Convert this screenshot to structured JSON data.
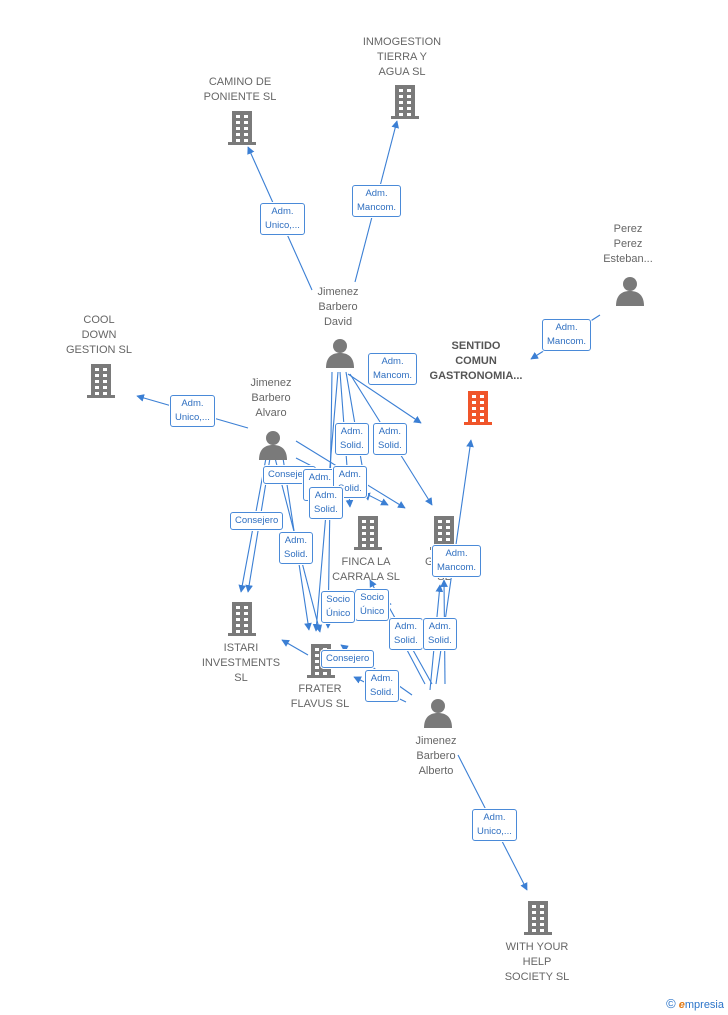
{
  "nodes": [
    {
      "id": "camino",
      "type": "company",
      "label": "CAMINO DE\nPONIENTE  SL",
      "color": "#7a7a7a"
    },
    {
      "id": "inmo",
      "type": "company",
      "label": "INMOGESTION\nTIERRA Y\nAGUA  SL",
      "color": "#7a7a7a"
    },
    {
      "id": "perez",
      "type": "person",
      "label": "Perez\nPerez\nEsteban...",
      "color": "#7a7a7a"
    },
    {
      "id": "cool",
      "type": "company",
      "label": "COOL\nDOWN\nGESTION  SL",
      "color": "#7a7a7a"
    },
    {
      "id": "jdavid",
      "type": "person",
      "label": "Jimenez\nBarbero\nDavid",
      "color": "#7a7a7a"
    },
    {
      "id": "sentido",
      "type": "company",
      "label": "SENTIDO\nCOMUN\nGASTRONOMIA...",
      "color": "#f0552a",
      "highlight": true
    },
    {
      "id": "jalvaro",
      "type": "person",
      "label": "Jimenez\nBarbero\nAlvaro",
      "color": "#7a7a7a"
    },
    {
      "id": "finca",
      "type": "company",
      "label": "FINCA LA\nCARRALA  SL",
      "color": "#7a7a7a"
    },
    {
      "id": "gest",
      "type": "company",
      "label": "GEST...\nSL",
      "color": "#7a7a7a"
    },
    {
      "id": "istari",
      "type": "company",
      "label": "ISTARI\nINVESTMENTS\nSL",
      "color": "#7a7a7a"
    },
    {
      "id": "frater",
      "type": "company",
      "label": "FRATER\nFLAVUS  SL",
      "color": "#7a7a7a"
    },
    {
      "id": "jalberto",
      "type": "person",
      "label": "Jimenez\nBarbero\nAlberto",
      "color": "#7a7a7a"
    },
    {
      "id": "withyour",
      "type": "company",
      "label": "WITH YOUR\nHELP\nSOCIETY  SL",
      "color": "#7a7a7a"
    }
  ],
  "edge_labels": [
    {
      "id": "e1",
      "text": "Adm.\nUnico,..."
    },
    {
      "id": "e2",
      "text": "Adm.\nMancom."
    },
    {
      "id": "e3",
      "text": "Adm.\nMancom."
    },
    {
      "id": "e4",
      "text": "Adm.\nUnico,..."
    },
    {
      "id": "e5",
      "text": "Adm.\nMancom."
    },
    {
      "id": "e6",
      "text": "Adm.\nSolid."
    },
    {
      "id": "e7",
      "text": "Adm.\nSolid."
    },
    {
      "id": "e8",
      "text": "Consejero"
    },
    {
      "id": "e9",
      "text": "Adm.\nSolid."
    },
    {
      "id": "e10",
      "text": "Adm.\nSolid."
    },
    {
      "id": "e11",
      "text": "Consejero"
    },
    {
      "id": "e12",
      "text": "Adm.\nSolid."
    },
    {
      "id": "e13",
      "text": "Adm.\nMancom."
    },
    {
      "id": "e14",
      "text": "Socio\nÚnico"
    },
    {
      "id": "e15",
      "text": "Socio\nÚnico"
    },
    {
      "id": "e16",
      "text": "Adm.\nSolid."
    },
    {
      "id": "e17",
      "text": "Adm.\nSolid."
    },
    {
      "id": "e18",
      "text": "Consejero"
    },
    {
      "id": "e19",
      "text": "Adm.\nSolid."
    },
    {
      "id": "e20",
      "text": "Adm.\nSolid."
    },
    {
      "id": "e21",
      "text": "Adm.\nUnico,..."
    }
  ],
  "colors": {
    "edge": "#3b7fd4",
    "node": "#7a7a7a",
    "highlight": "#f0552a"
  },
  "brand": {
    "copyright": "©",
    "name_first": "e",
    "name_rest": "mpresia"
  }
}
